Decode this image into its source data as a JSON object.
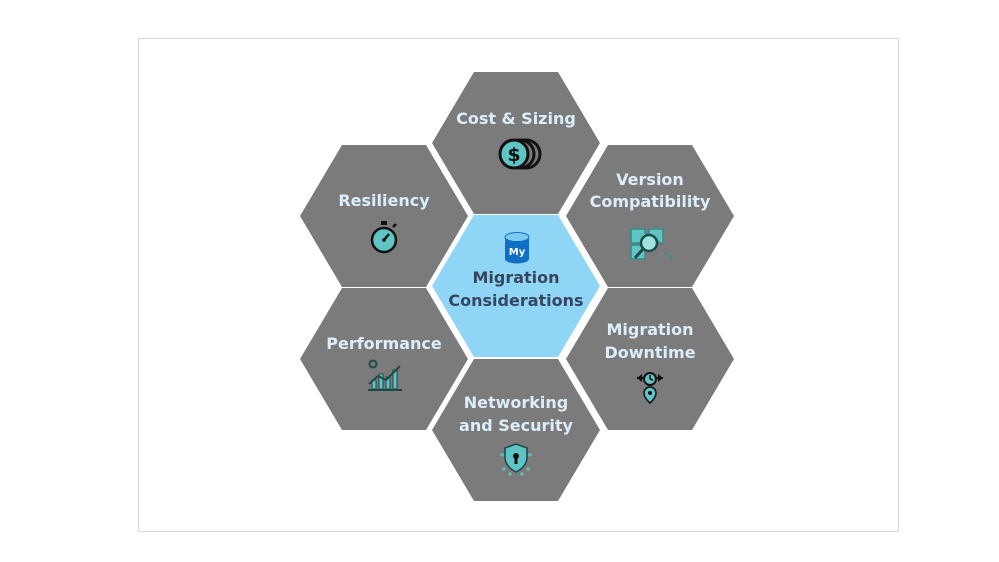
{
  "hexes": {
    "center": {
      "label_1": "Migration",
      "label_2": "Considerations",
      "icon": "mysql-database-icon",
      "badge": "My"
    },
    "cost": {
      "label_1": "Cost & Sizing",
      "icon": "dollar-coins-icon"
    },
    "version": {
      "label_1": "Version",
      "label_2": "Compatibility",
      "icon": "puzzle-magnifier-icon"
    },
    "downtime": {
      "label_1": "Migration",
      "label_2": "Downtime",
      "icon": "clock-arrows-pin-icon"
    },
    "networking": {
      "label_1": "Networking",
      "label_2": "and Security",
      "icon": "shield-keyhole-icon"
    },
    "performance": {
      "label_1": "Performance",
      "icon": "bar-chart-trend-icon"
    },
    "resiliency": {
      "label_1": "Resiliency",
      "icon": "stopwatch-icon"
    }
  },
  "colors": {
    "hex_fill": "#7b7b7b",
    "center_fill": "#8fd6f6",
    "label_text": "#dceefa",
    "center_text": "#37465e",
    "icon_teal": "#5fc4c4"
  }
}
